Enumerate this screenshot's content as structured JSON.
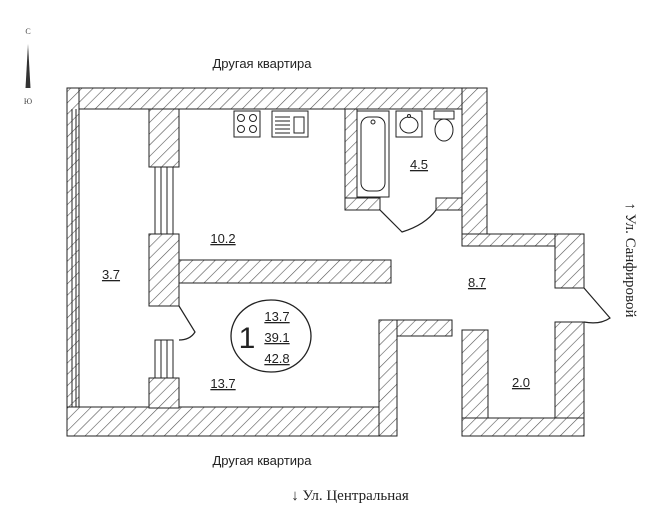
{
  "compass": {
    "north": "С",
    "south": "Ю"
  },
  "neighbors": {
    "top": "Другая квартира",
    "bottom": "Другая квартира"
  },
  "streets": {
    "right": "↑ Ул. Санфировой",
    "bottom": "↓ Ул. Центральная"
  },
  "rooms": {
    "kitchen": "10.2",
    "bathroom": "4.5",
    "balcony": "3.7",
    "hall": "8.7",
    "living_room": "13.7",
    "storage": "2.0"
  },
  "summary": {
    "rooms_count": "1",
    "living_area": "13.7",
    "total_area": "39.1",
    "total_with_balcony": "42.8"
  }
}
